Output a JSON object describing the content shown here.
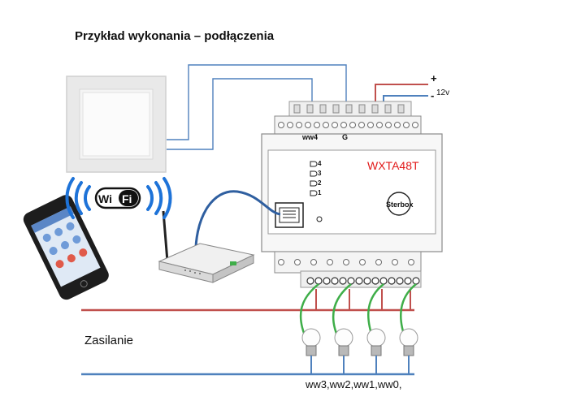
{
  "title": "Przykład wykonania – podłączenia",
  "supply": {
    "plus": "+",
    "minus": "-",
    "voltage": "12v"
  },
  "module": {
    "model": "WXTA48T",
    "brand": "Sterbox",
    "top_terminals": {
      "ww4": "ww4",
      "g": "G"
    },
    "led_labels": [
      "4",
      "3",
      "2",
      "1"
    ]
  },
  "wifi_label": "Wi Fi",
  "power_label": "Zasilanie",
  "outputs_label": "ww3,ww2,ww1,ww0,",
  "colors": {
    "red_wire": "#c0504d",
    "blue_wire": "#4f81bd",
    "green_wire": "#3fae49",
    "model_text": "#e21a1a"
  },
  "icons": [
    "light-switch-icon",
    "smartphone-icon",
    "wifi-icon",
    "router-icon",
    "bulb-icon"
  ]
}
